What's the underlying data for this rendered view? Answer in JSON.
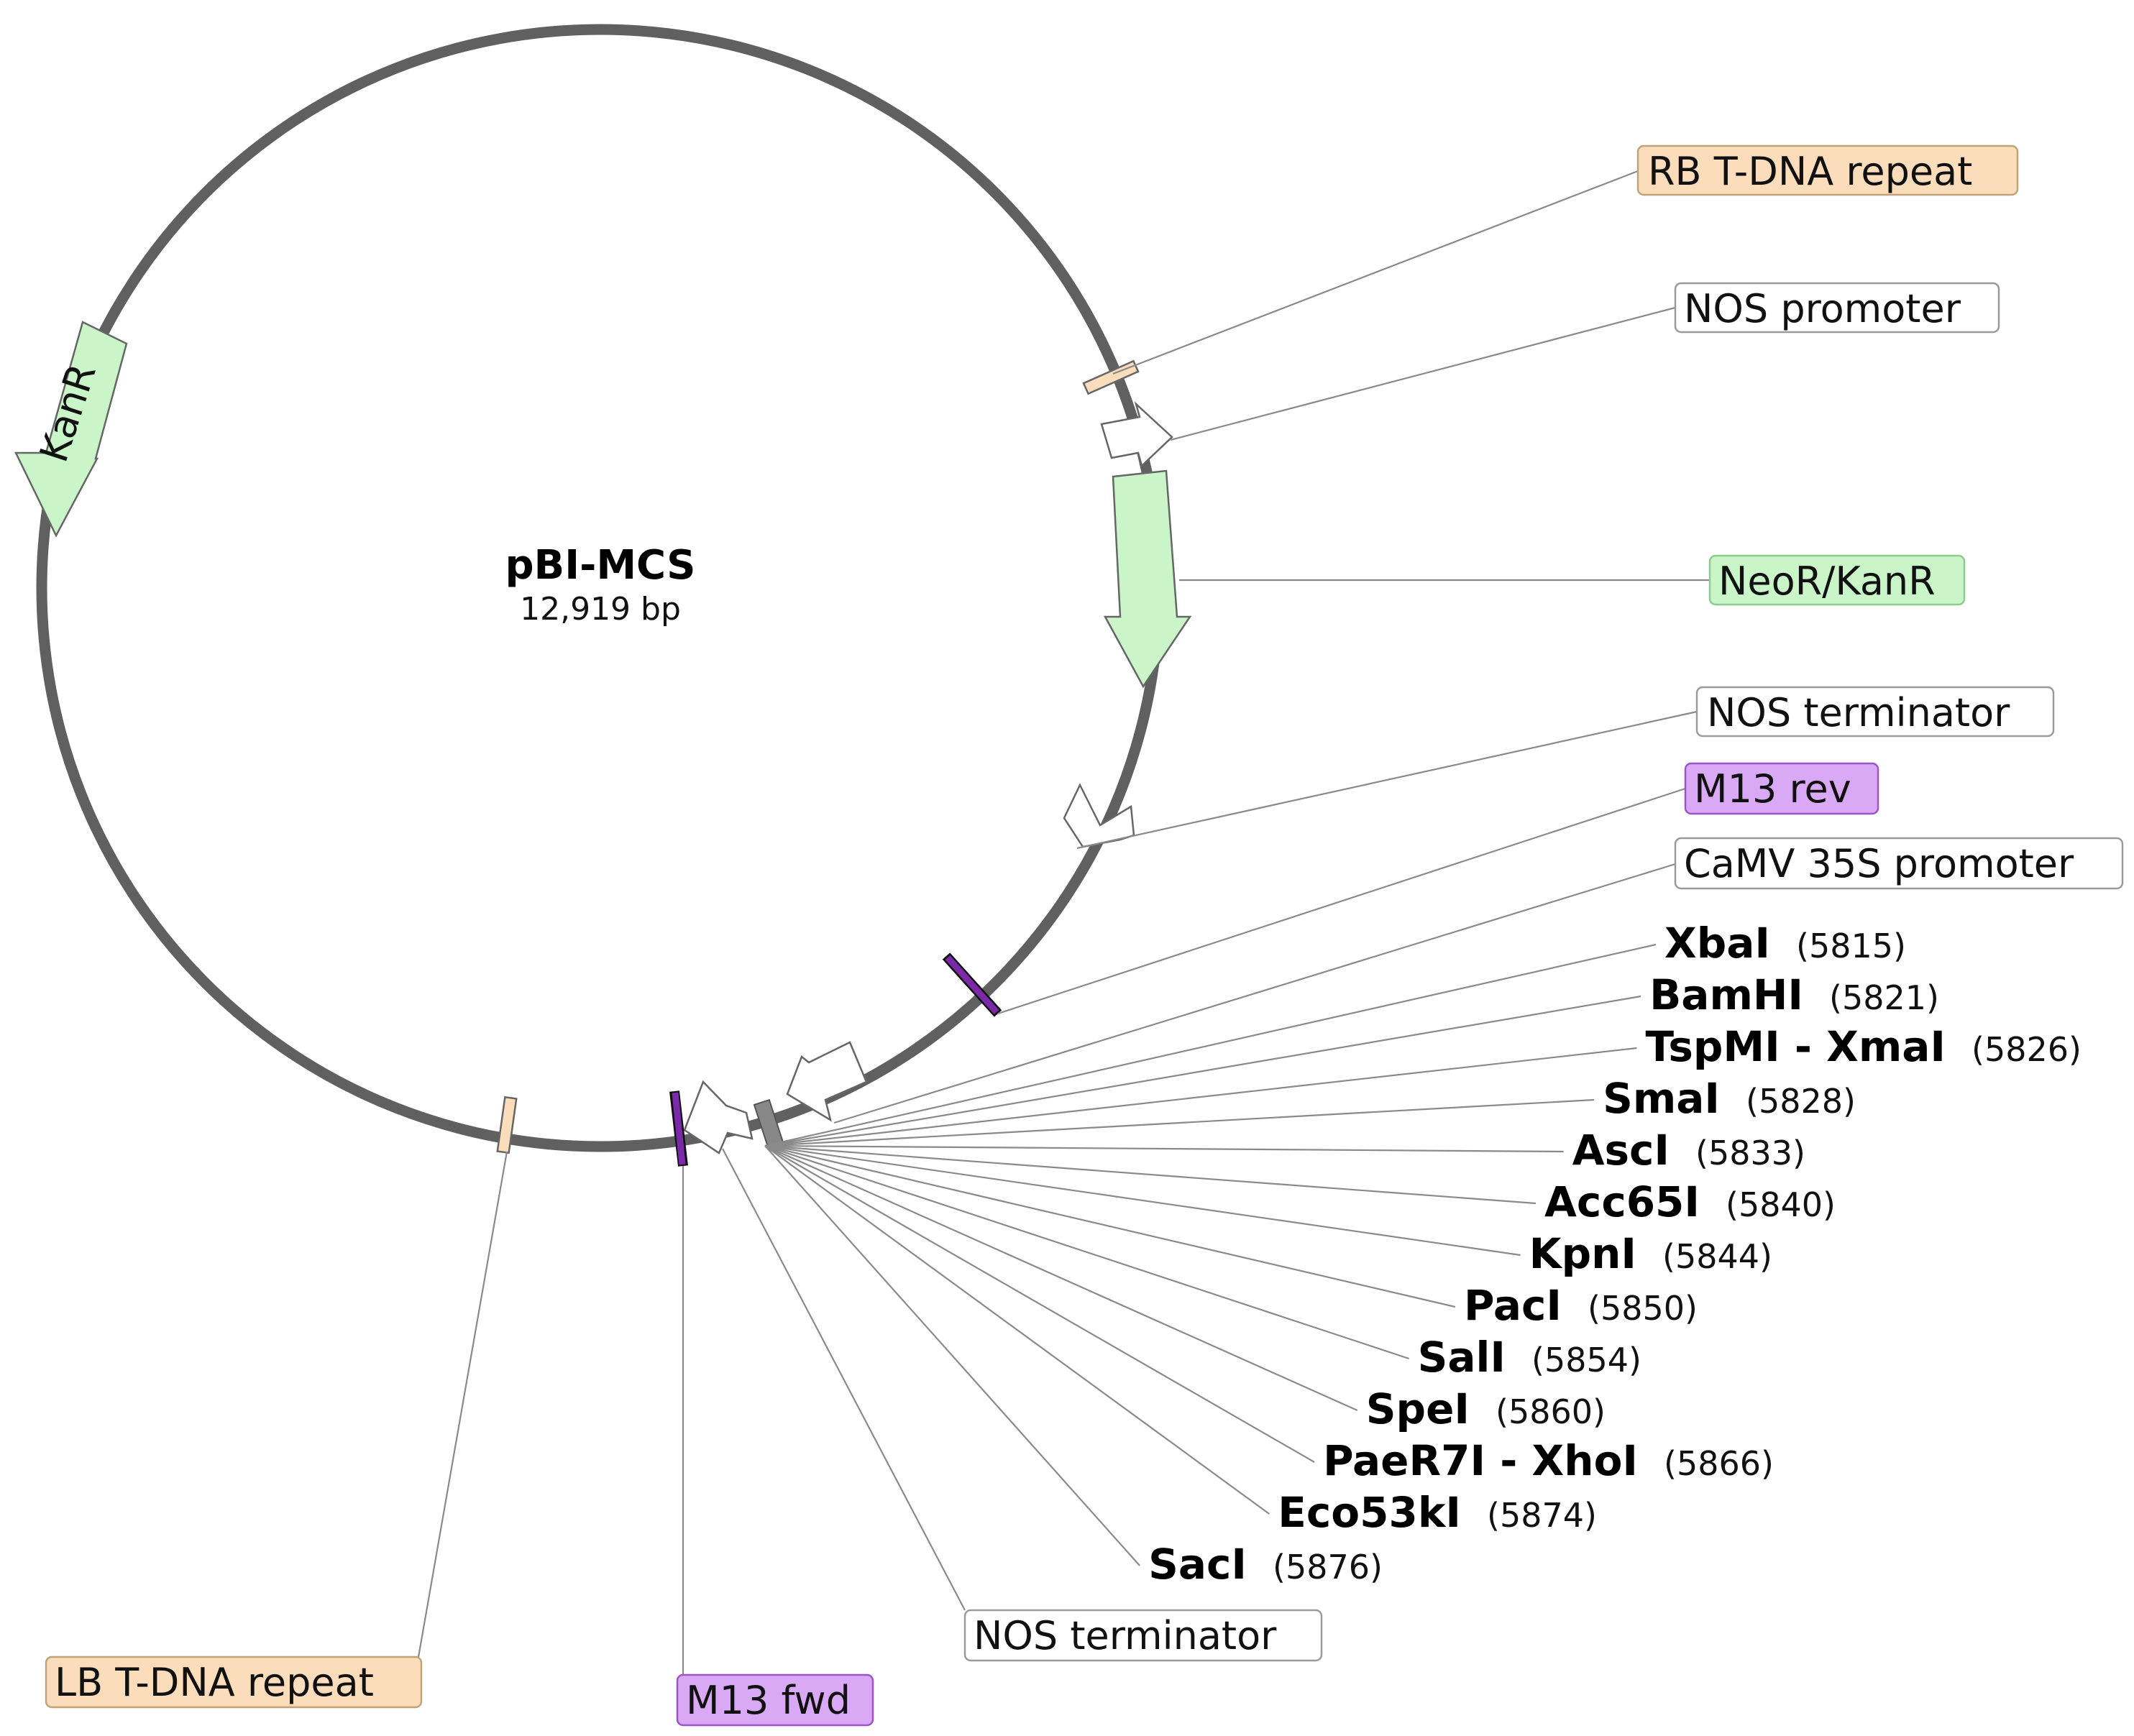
{
  "plasmid": {
    "name": "pBI-MCS",
    "size": "12,919 bp"
  },
  "colors": {
    "backbone": "#606060",
    "promoter_terminator": "#ffffff",
    "kan_resistance": "#c9f5c9",
    "primer": "#d9a9f5",
    "primer_mark": "#7a2aa8",
    "t_dna_repeat": "#fbdcbb",
    "leader_line": "#8a8a8a"
  },
  "features": [
    {
      "id": "rb",
      "label": "RB T-DNA repeat",
      "type": "repeat_region"
    },
    {
      "id": "nos-promoter",
      "label": "NOS promoter",
      "type": "promoter"
    },
    {
      "id": "neor-kanr",
      "label": "NeoR/KanR",
      "type": "CDS"
    },
    {
      "id": "nos-terminator-1",
      "label": "NOS terminator",
      "type": "terminator"
    },
    {
      "id": "m13-rev",
      "label": "M13 rev",
      "type": "primer_bind"
    },
    {
      "id": "camv-35s",
      "label": "CaMV 35S promoter",
      "type": "promoter"
    },
    {
      "id": "nos-terminator-2",
      "label": "NOS terminator",
      "type": "terminator"
    },
    {
      "id": "m13-fwd",
      "label": "M13 fwd",
      "type": "primer_bind"
    },
    {
      "id": "lb",
      "label": "LB T-DNA repeat",
      "type": "repeat_region"
    },
    {
      "id": "kanr",
      "label": "KanR",
      "type": "CDS"
    }
  ],
  "sites": [
    {
      "name": "XbaI",
      "pos": "(5815)"
    },
    {
      "name": "BamHI",
      "pos": "(5821)"
    },
    {
      "name": "TspMI - XmaI",
      "pos": "(5826)"
    },
    {
      "name": "SmaI",
      "pos": "(5828)"
    },
    {
      "name": "AscI",
      "pos": "(5833)"
    },
    {
      "name": "Acc65I",
      "pos": "(5840)"
    },
    {
      "name": "KpnI",
      "pos": "(5844)"
    },
    {
      "name": "PacI",
      "pos": "(5850)"
    },
    {
      "name": "SalI",
      "pos": "(5854)"
    },
    {
      "name": "SpeI",
      "pos": "(5860)"
    },
    {
      "name": "PaeR7I - XhoI",
      "pos": "(5866)"
    },
    {
      "name": "Eco53kI",
      "pos": "(5874)"
    },
    {
      "name": "SacI",
      "pos": "(5876)"
    }
  ]
}
